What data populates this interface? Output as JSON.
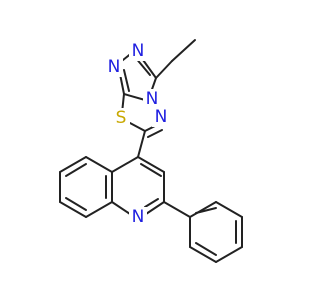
{
  "atoms": [
    {
      "label": "N",
      "color": "#1f1fe0"
    },
    {
      "label": "N",
      "color": "#1f1fe0"
    },
    {
      "label": "N",
      "color": "#1f1fe0"
    },
    {
      "label": "N",
      "color": "#1f1fe0"
    },
    {
      "label": "S",
      "color": "#c8a800"
    },
    {
      "label": "N",
      "color": "#1f1fe0"
    }
  ],
  "colors": {
    "bond": "#222222",
    "nitrogen": "#1f1fe0",
    "sulfur": "#c8a800",
    "background": "#ffffff"
  }
}
